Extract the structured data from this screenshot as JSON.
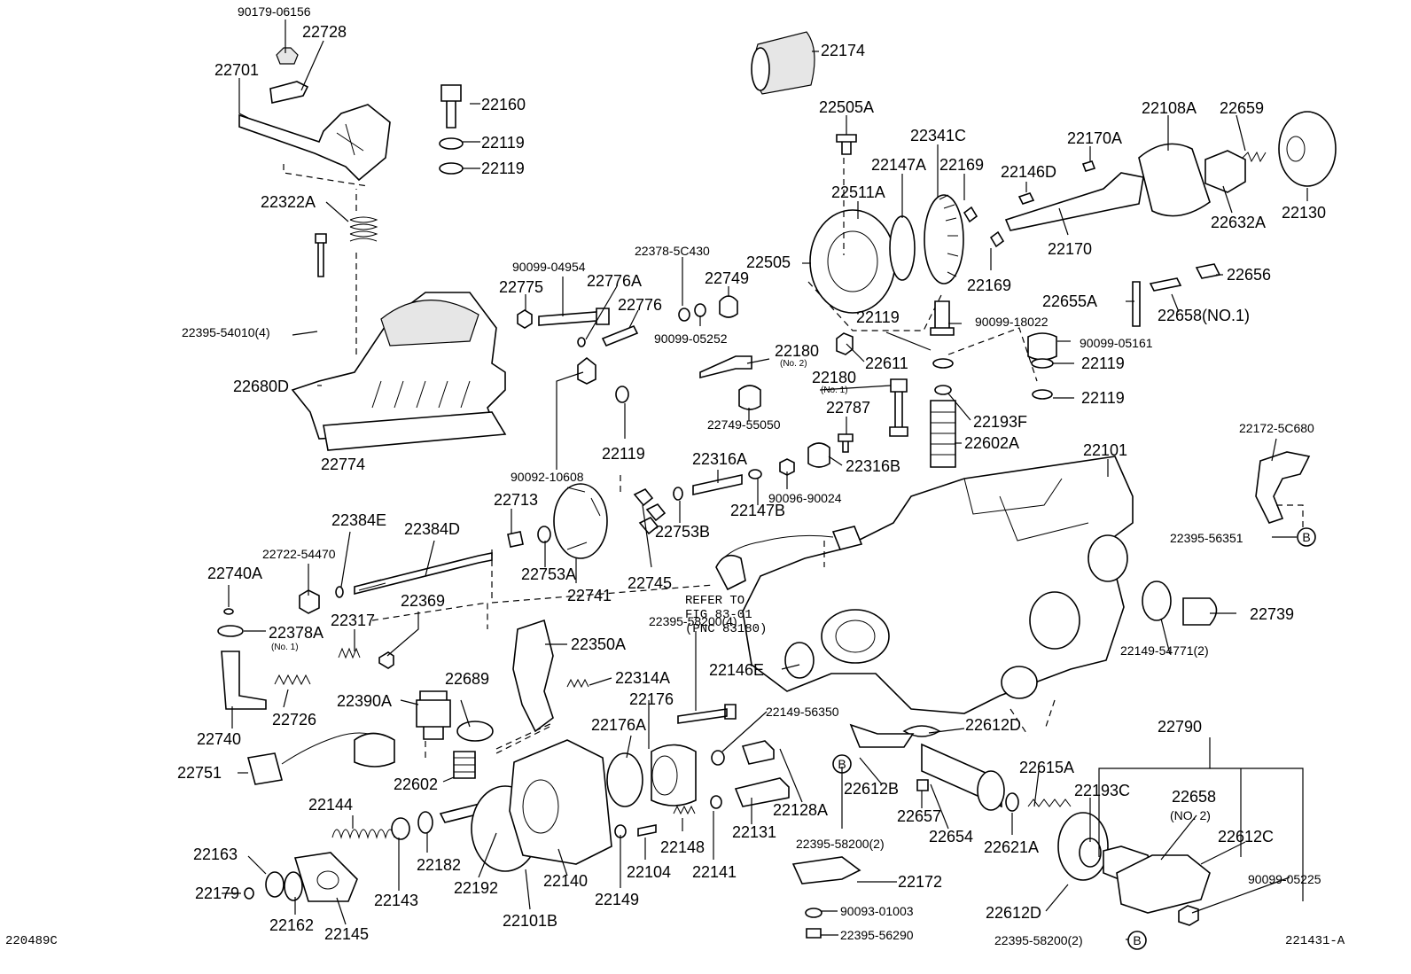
{
  "diagram": {
    "corner_left": "220489C",
    "corner_right": "221431-A",
    "labels": {
      "p90179_06156": "90179-06156",
      "p22728": "22728",
      "p22701": "22701",
      "p22322A": "22322A",
      "p22395_54010": "22395-54010(4)",
      "p22680D": "22680D",
      "p22774": "22774",
      "p22160": "22160",
      "p22119_a": "22119",
      "p22119_b": "22119",
      "p22174": "22174",
      "p22505A": "22505A",
      "p22341C": "22341C",
      "p22147A": "22147A",
      "p22169_a": "22169",
      "p22511A": "22511A",
      "p22505": "22505",
      "p22169_b": "22169",
      "p22170A": "22170A",
      "p22146D": "22146D",
      "p22108A": "22108A",
      "p22659": "22659",
      "p22170": "22170",
      "p22632A": "22632A",
      "p22130": "22130",
      "p22378_5C430": "22378-5C430",
      "p90099_04954": "90099-04954",
      "p22776A": "22776A",
      "p22775": "22775",
      "p22776": "22776",
      "p22749": "22749",
      "p90099_05252": "90099-05252",
      "p22180_no2": "22180",
      "no2_small": "(No. 2)",
      "p22180_no1": "22180",
      "no1_small": "(No. 1)",
      "p22611": "22611",
      "p22119_c": "22119",
      "p90099_18022": "90099-18022",
      "p22656": "22656",
      "p22655A": "22655A",
      "p22658_no1": "22658(NO.1)",
      "p90099_05161": "90099-05161",
      "p22119_d": "22119",
      "p22119_e": "22119",
      "p22193F": "22193F",
      "p22787": "22787",
      "p22749_55050": "22749-55050",
      "p22602A": "22602A",
      "p22119_f": "22119",
      "p90092_10608": "90092-10608",
      "p22316A": "22316A",
      "p22316B": "22316B",
      "p22147B": "22147B",
      "p90096_90024": "90096-90024",
      "p22101": "22101",
      "p22172_5C680": "22172-5C680",
      "p22395_56351": "22395-56351",
      "p22384E": "22384E",
      "p22384D": "22384D",
      "p22713": "22713",
      "p22722_54470": "22722-54470",
      "p22740A": "22740A",
      "p22753A": "22753A",
      "p22741": "22741",
      "p22745": "22745",
      "p22753B": "22753B",
      "refer_1": "REFER TO",
      "refer_2": "FIG 83-01",
      "refer_3": "(PNC 83180)",
      "p22369": "22369",
      "p22317": "22317",
      "p22378A": "22378A",
      "p22350A": "22350A",
      "p22395_58200_4": "22395-58200(4)",
      "p22146E": "22146E",
      "p22149_54771": "22149-54771(2)",
      "p22739": "22739",
      "p22314A": "22314A",
      "p22390A": "22390A",
      "p22689": "22689",
      "p22726": "22726",
      "p22740": "22740",
      "p22176": "22176",
      "p22149_56350": "22149-56350",
      "p22176A": "22176A",
      "p22612D_a": "22612D",
      "p22790": "22790",
      "p22751": "22751",
      "p22602": "22602",
      "p22612B": "22612B",
      "p22615A": "22615A",
      "p22193C": "22193C",
      "p22658_no2": "22658",
      "no2_paren": "(NO. 2)",
      "p22612C": "22612C",
      "p22128A": "22128A",
      "p22657": "22657",
      "p22144": "22144",
      "p22131": "22131",
      "p22148": "22148",
      "p22654": "22654",
      "p22621A": "22621A",
      "p22163": "22163",
      "p22182": "22182",
      "p22192": "22192",
      "p22140": "22140",
      "p22104": "22104",
      "p22141": "22141",
      "p22395_58200_2a": "22395-58200(2)",
      "p90099_05225": "90099-05225",
      "p22179": "22179",
      "p22143": "22143",
      "p22149": "22149",
      "p22172": "22172",
      "p22612D_b": "22612D",
      "p22162": "22162",
      "p22145": "22145",
      "p22101B": "22101B",
      "p90093_01003": "90093-01003",
      "p22395_56290": "22395-56290",
      "p22395_58200_2b": "22395-58200(2)",
      "ref_b": "B"
    }
  }
}
